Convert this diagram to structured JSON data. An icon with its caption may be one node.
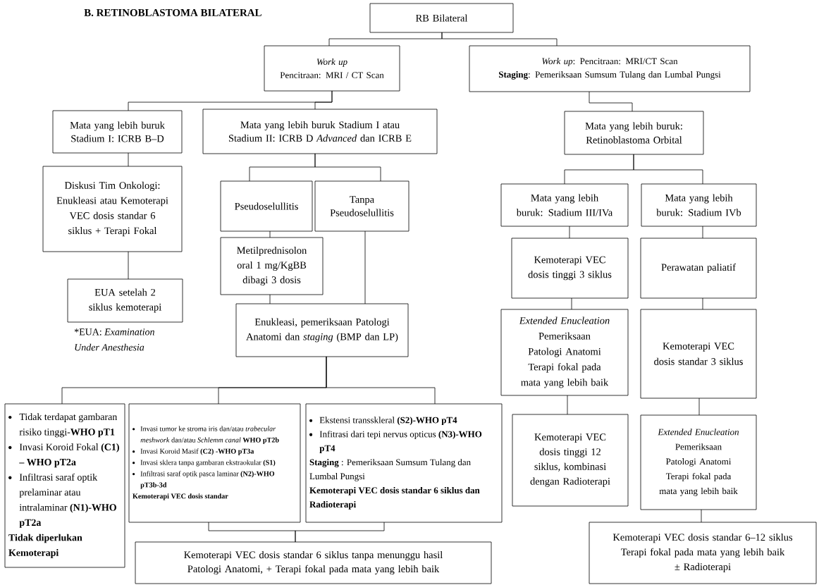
{
  "diagram": {
    "title": "B. RETINOBLASTOMA BILATERAL",
    "nodes": [
      {
        "text": [
          "RB Bilateral"
        ]
      },
      {
        "text": [
          "Work up",
          "Pencitraan: MRI / CT Scan"
        ]
      },
      {
        "text": [
          "*Work up*: Pencitraan: MRI/CT Scan",
          "**Staging**: Pemeriksaan Sumsum Tulang dan Lumbal Pungsi"
        ]
      },
      {
        "text": [
          "Mata yang lebih buruk Stadium I: ICRB B–D"
        ]
      },
      {
        "text": [
          "Mata yang lebih buruk Stadium I atau Stadium II: ICRB D *Advanced* dan ICRB E"
        ]
      },
      {
        "text": [
          "Mata yang lebih buruk: Retinoblastoma Orbital"
        ]
      },
      {
        "text": [
          "Diskusi Tim Onkologi:",
          "Enukleasi atau Kemoterapi VEC dosis standar 6 siklus + Terapi Fokal"
        ]
      },
      {
        "text": [
          "Pseudoselullitis"
        ]
      },
      {
        "text": [
          "Tanpa Pseudoselullitis"
        ]
      },
      {
        "text": [
          "Metilprednisolon oral 1 mg/KgBB dibagi 3 dosis"
        ]
      },
      {
        "text": [
          "EUA setelah 2 siklus kemoterapi"
        ]
      },
      {
        "text": [
          "Enukleasi, pemeriksaan Patologi Anatomi dan *staging* (BMP dan LP)"
        ]
      },
      {
        "text": [
          "Mata yang lebih buruk: Stadium III/IVa"
        ]
      },
      {
        "text": [
          "Mata yang lebih buruk: Stadium IVb"
        ]
      },
      {
        "text": [
          "Kemoterapi VEC dosis tinggi 3 siklus"
        ]
      },
      {
        "text": [
          "Perawatan paliatif"
        ]
      },
      {
        "text": [
          "Extended Enucleation",
          "Pemeriksaan Patologi Anatomi",
          "Terapi fokal pada mata yang lebih baik"
        ]
      },
      {
        "text": [
          "Kemoterapi VEC dosis standar 3 siklus"
        ]
      },
      {
        "text": [
          "Kemoterapi VEC dosis tinggi 12 siklus, kombinasi dengan Radioterapi"
        ]
      },
      {
        "text": [
          "Extended Enucleation",
          "Pemeriksaan Patologi Anatomi",
          "Terapi fokal pada mata yang lebih baik"
        ]
      },
      {
        "text": [
          "Tidak terdapat gambaran risiko tinggi-**WHO pT1**",
          "Invasi Koroid Fokal **(C1) – WHO pT2a**",
          "Infiltrasi saraf optik prelaminar atau intralaminar **(N1)-WHO pT2a**",
          "Tidak diperlukan Kemoterapi"
        ]
      },
      {
        "text": [
          "Invasi tumor ke stroma iris dan/atau *trabecular meshwork* dan/atau *Schlemm canal* **WHO pT2b**",
          "Invasi Koroid Masif **(C2) -WHO pT3a**",
          "Invasi sklera tanpa gambaran ekstraokular **(S1)**",
          "Infiltrasi saraf optik pasca laminar **(N2)-WHO pT3b-3d**",
          "Kemoterapi VEC dosis standar"
        ]
      },
      {
        "text": [
          "Ekstensi transskleral **(S2)-WHO pT4**",
          "Infitrasi dari tepi nervus opticus **(N3)-WHO pT4**",
          "**Staging** : Pemeriksaan Sumsum Tulang dan Lumbal Pungsi",
          "Kemoterapi VEC dosis standar 6 siklus dan Radioterapi"
        ]
      },
      {
        "text": [
          "Kemoterapi VEC dosis standar 6 siklus tanpa menunggu hasil Patologi Anatomi, + Terapi fokal pada mata yang lebih baik"
        ]
      },
      {
        "text": [
          "Kemoterapi VEC dosis standar 6–12 siklus",
          "Terapi fokal pada mata yang lebih baik",
          "± Radioterapi"
        ]
      }
    ],
    "edges": [
      {
        "from": 0,
        "to": 1,
        "arrow": "none"
      },
      {
        "from": 0,
        "to": 2,
        "arrow": "none"
      },
      {
        "from": 1,
        "to": 3,
        "arrow": "none"
      },
      {
        "from": 1,
        "to": 4,
        "arrow": "none"
      },
      {
        "from": 2,
        "to": 5,
        "arrow": "none"
      },
      {
        "from": 3,
        "to": 6,
        "arrow": "none"
      },
      {
        "from": 6,
        "to": 10,
        "arrow": "none"
      },
      {
        "from": 4,
        "to": 7,
        "arrow": "none"
      },
      {
        "from": 4,
        "to": 8,
        "arrow": "none"
      },
      {
        "from": 7,
        "to": 9,
        "arrow": "none"
      },
      {
        "from": 9,
        "to": 11,
        "arrow": "none"
      },
      {
        "from": 8,
        "to": 11,
        "arrow": "none"
      },
      {
        "from": 11,
        "to": 20,
        "arrow": "none"
      },
      {
        "from": 11,
        "to": 21,
        "arrow": "none"
      },
      {
        "from": 11,
        "to": 22,
        "arrow": "none"
      },
      {
        "from": 21,
        "to": 23,
        "arrow": "none"
      },
      {
        "from": 22,
        "to": 23,
        "arrow": "none"
      },
      {
        "from": 5,
        "to": 12,
        "arrow": "none"
      },
      {
        "from": 5,
        "to": 13,
        "arrow": "none"
      },
      {
        "from": 12,
        "to": 14,
        "arrow": "none"
      },
      {
        "from": 13,
        "to": 15,
        "arrow": "none"
      },
      {
        "from": 14,
        "to": 16,
        "arrow": "none"
      },
      {
        "from": 15,
        "to": 17,
        "arrow": "none"
      },
      {
        "from": 16,
        "to": 18,
        "arrow": "none"
      },
      {
        "from": 17,
        "to": 19,
        "arrow": "none"
      },
      {
        "from": 19,
        "to": 24,
        "arrow": "none"
      }
    ],
    "labels": [
      "*EUA: *Examination Under Anesthesia*"
    ]
  }
}
